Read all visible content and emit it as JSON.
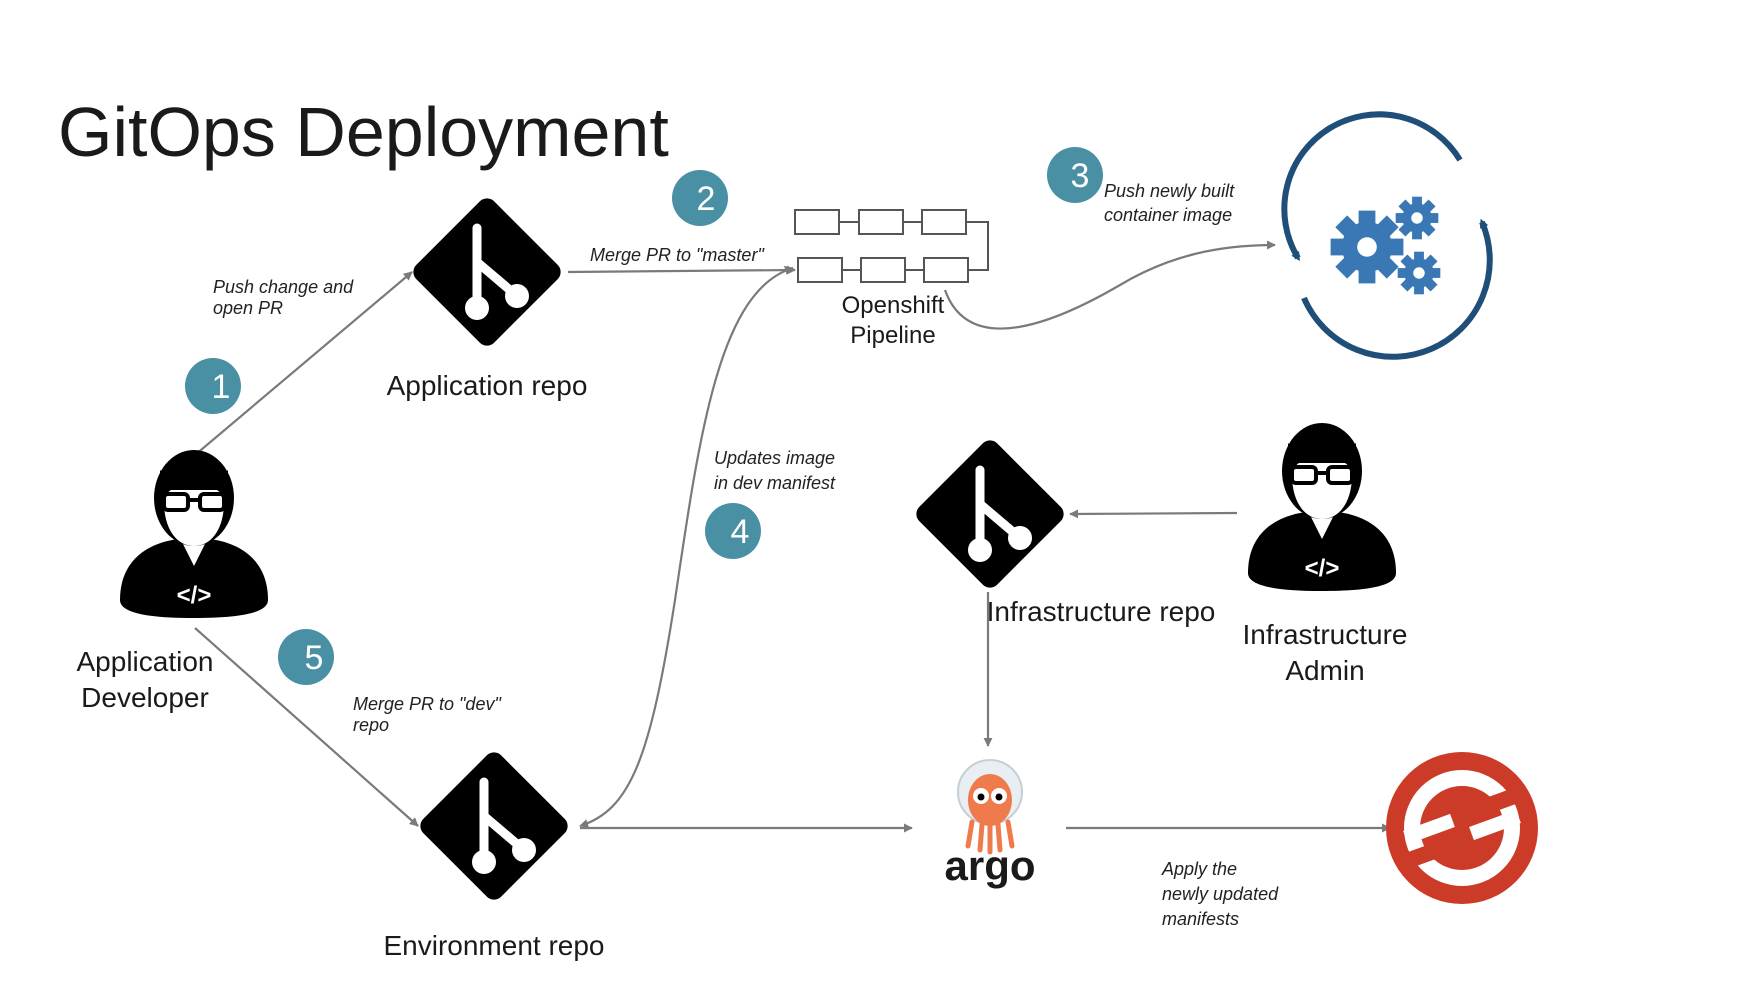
{
  "title": "GitOps Deployment",
  "colors": {
    "step_badge": "#4a90a4",
    "arrow": "#7a7a7a",
    "repo_icon": "#000000",
    "cycle_icon": "#1f4e79",
    "gear_icon": "#3a78b5",
    "openshift_logo": "#cc3a28"
  },
  "nodes": {
    "application_repo": "Application repo",
    "environment_repo": "Environment repo",
    "infrastructure_repo": "Infrastructure repo",
    "app_developer_line1": "Application",
    "app_developer_line2": "Developer",
    "infra_admin_line1": "Infrastructure",
    "infra_admin_line2": "Admin",
    "pipeline_line1": "Openshift",
    "pipeline_line2": "Pipeline",
    "argo": "argo",
    "developer_badge": "</>"
  },
  "steps": [
    {
      "number": "1",
      "line1": "Push change and",
      "line2": "open PR"
    },
    {
      "number": "2",
      "line1": "Merge PR to \"master\"",
      "line2": ""
    },
    {
      "number": "3",
      "line1": "Push newly built",
      "line2": "container image"
    },
    {
      "number": "4",
      "line1": "Updates image",
      "line2": "in dev manifest"
    },
    {
      "number": "5",
      "line1": "Merge PR to \"dev\"",
      "line2": "repo"
    }
  ],
  "apply_note": [
    "Apply the",
    "newly updated",
    "manifests"
  ],
  "icons": {
    "repo": "git-icon",
    "person": "developer-icon",
    "pipeline": "pipeline-icon",
    "registry": "gears-cycle-icon",
    "argo": "argo-octopus-icon",
    "openshift": "openshift-icon"
  }
}
